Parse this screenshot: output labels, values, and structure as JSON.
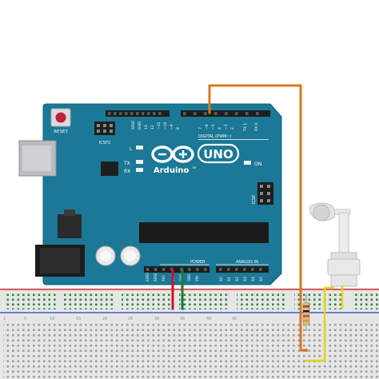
{
  "board": {
    "reset_label": "RESET",
    "icsp2_label": "ICSP2",
    "icsp_label": "ICSP",
    "l_label": "L",
    "tx_label": "TX",
    "rx_label": "RX",
    "on_label": "ON",
    "brand_label": "Arduino",
    "tm_label": "TM",
    "model_label": "UNO",
    "digital_label": "DIGITAL (PWM~)",
    "power_label": "POWER",
    "analog_label": "ANALOG IN",
    "digital_pins": [
      "AREF",
      "GND",
      "13",
      "12",
      "~11",
      "~10",
      "~9",
      "8",
      "7",
      "~6",
      "~5",
      "4",
      "~3",
      "2",
      "TX 1",
      "RX 0"
    ],
    "power_pins": [
      "IOREF",
      "RESET",
      "3V3",
      "5V",
      "GND",
      "GND",
      "VIN"
    ],
    "analog_pins": [
      "A0",
      "A1",
      "A2",
      "A3",
      "A4",
      "A5"
    ],
    "board_color": "#1b7896",
    "header_color": "#1e1e1e"
  },
  "breadboard": {
    "column_numbers": [
      "1",
      "5",
      "10",
      "15",
      "20",
      "25",
      "30",
      "35",
      "40",
      "45"
    ],
    "rail_color_red": "#d93030",
    "rail_color_blue": "#3a5bd0",
    "hole_color": "#2f8a3b"
  },
  "wires": {
    "signal_color": "#d9781f",
    "power_color": "#c8102e",
    "ground_color": "#1a7a3a",
    "sensor_color": "#e8d21a"
  }
}
